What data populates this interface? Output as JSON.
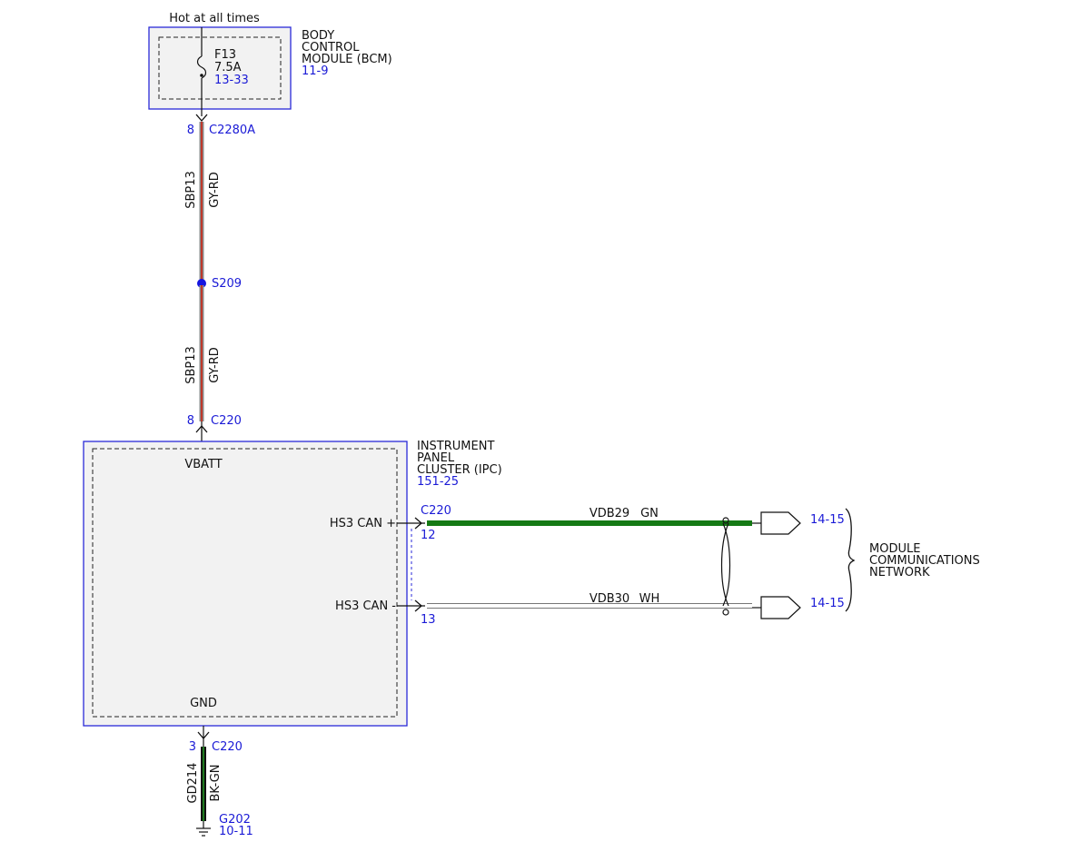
{
  "colors": {
    "module_border": "#2a2ad8",
    "module_fill": "#f2f2f2",
    "link_text": "#1a1ad6",
    "wire_gy_rd_gray": "#8a8a8a",
    "wire_gy_rd_red": "#c0392b",
    "wire_gn": "#157a15",
    "wire_wh": "#ffffff",
    "wire_bk_gn_black": "#111111",
    "wire_bk_gn_green": "#1f7a1f",
    "splice": "#1515e0"
  },
  "power_source": {
    "label": "Hot at all times"
  },
  "bcm": {
    "name_lines": [
      "BODY",
      "CONTROL",
      "MODULE (BCM)"
    ],
    "page_ref": "11-9",
    "fuse": {
      "name": "F13",
      "rating": "7.5A",
      "page_ref": "13-33"
    }
  },
  "connector_c2280a": {
    "pin": "8",
    "name": "C2280A"
  },
  "wire_segment_1": {
    "circuit": "SBP13",
    "color": "GY-RD"
  },
  "splice": {
    "name": "S209"
  },
  "wire_segment_2": {
    "circuit": "SBP13",
    "color": "GY-RD"
  },
  "connector_c220_vbatt": {
    "pin": "8",
    "name": "C220"
  },
  "ipc": {
    "name_lines": [
      "INSTRUMENT",
      "PANEL",
      "CLUSTER (IPC)"
    ],
    "page_ref": "151-25",
    "vbatt_label": "VBATT",
    "gnd_label": "GND",
    "can_plus_label": "HS3 CAN +",
    "can_minus_label": "HS3 CAN -"
  },
  "can_connector": {
    "name": "C220",
    "pin_plus": "12",
    "pin_minus": "13"
  },
  "can_wires": [
    {
      "circuit": "VDB29",
      "color": "GN",
      "page_ref": "14-15"
    },
    {
      "circuit": "VDB30",
      "color": "WH",
      "page_ref": "14-15"
    }
  ],
  "network": {
    "name_lines": [
      "MODULE",
      "COMMUNICATIONS",
      "NETWORK"
    ]
  },
  "connector_c220_gnd": {
    "pin": "3",
    "name": "C220"
  },
  "ground_wire": {
    "circuit": "GD214",
    "color": "BK-GN"
  },
  "ground": {
    "name": "G202",
    "page_ref": "10-11"
  }
}
